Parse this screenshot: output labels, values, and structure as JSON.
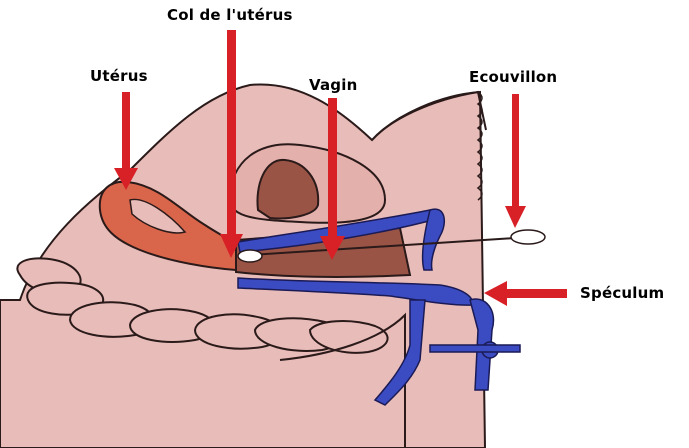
{
  "labels": {
    "col": "Col de l'utérus",
    "uterus": "Utérus",
    "vagin": "Vagin",
    "ecouvillon": "Ecouvillon",
    "speculum": "Spéculum"
  },
  "colors": {
    "arrow": "#d82027",
    "tissue": "#e8bcb8",
    "tissue_edge": "#2a1a1a",
    "uterus": "#d9664a",
    "organ_dark": "#9a5446",
    "speculum": "#3b4bc2",
    "swab": "#ffffff"
  }
}
